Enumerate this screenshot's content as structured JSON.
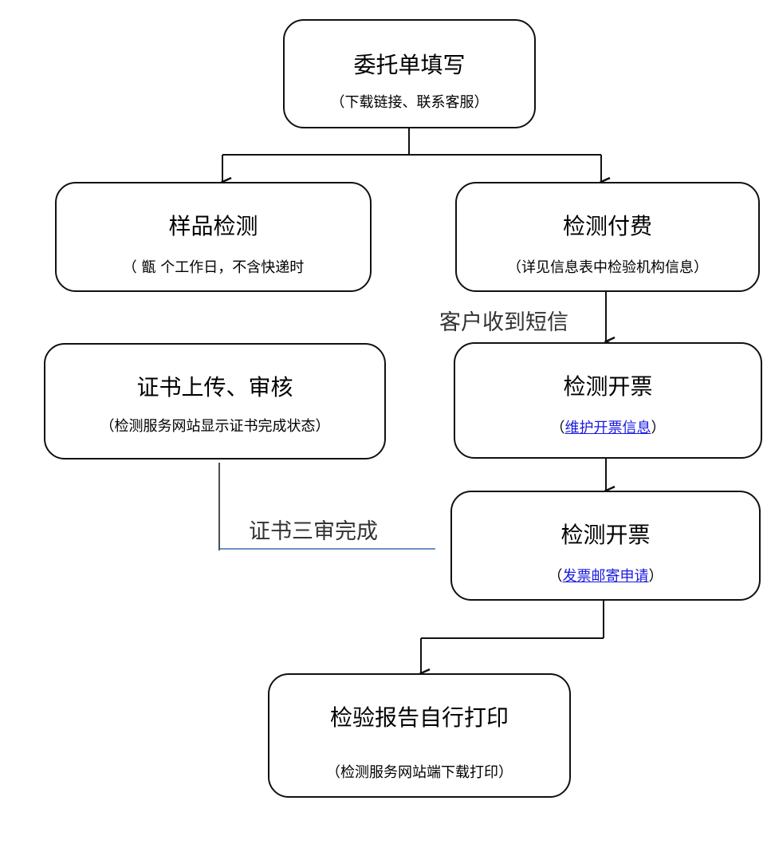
{
  "nodes": {
    "fill_form": {
      "title": "委托单填写",
      "sub": "（下载链接、联系客服）"
    },
    "sample_test": {
      "title": "样品检测",
      "sub": "（  甑 个工作日，不含快递时"
    },
    "payment": {
      "title": "检测付费",
      "sub": "（详见信息表中检验机构信息）"
    },
    "cert_upload": {
      "title": "证书上传、审核",
      "sub": "（检测服务网站显示证书完成状态）"
    },
    "invoice_1": {
      "title": "检测开票",
      "sub_open": "（",
      "sub_link": "维护开票信息",
      "sub_close": "）"
    },
    "invoice_2": {
      "title": "检测开票",
      "sub_open": "（",
      "sub_link": "发票邮寄申请",
      "sub_close": "）"
    },
    "print_report": {
      "title": "检验报告自行打印",
      "sub": "（检测服务网站端下载打印）"
    }
  },
  "labels": {
    "sms_received": "客户收到短信",
    "cert_review_done": "证书三审完成"
  },
  "colors": {
    "box_border": "#111111",
    "link": "#1a1ae0",
    "blue_line": "#3a6fb0"
  }
}
